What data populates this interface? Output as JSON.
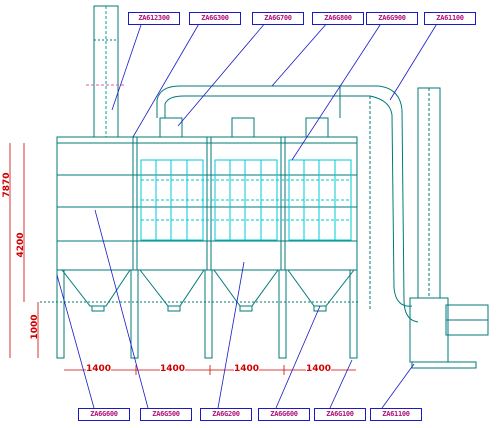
{
  "part_labels_top": [
    "ZA612300",
    "ZA6G300",
    "ZA6G700",
    "ZA6G800",
    "ZA6G900",
    "ZA61100"
  ],
  "part_labels_bottom": [
    "ZA6G600",
    "ZA6G500",
    "ZA6G200",
    "ZA6G600",
    "ZA6G100",
    "ZA61100"
  ],
  "dimensions": {
    "overall_height": "7870",
    "housing_height": "4200",
    "leg_height": "1000",
    "bay_width": "1400"
  },
  "colors": {
    "structure": "#007a7a",
    "filter": "#00c8d8",
    "dimension": "#d00000",
    "leader": "#1a1ac8",
    "label_text": "#b0107a"
  }
}
